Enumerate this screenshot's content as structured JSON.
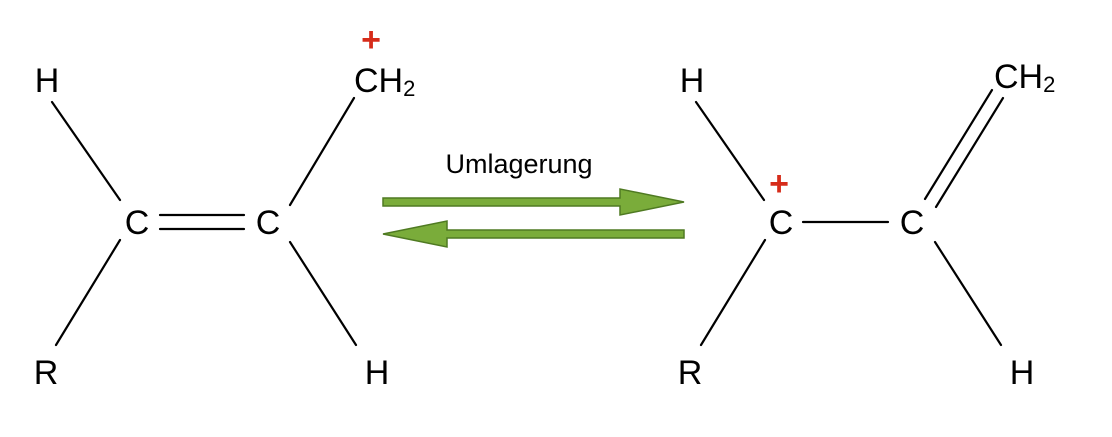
{
  "colors": {
    "charge": "#d62c1a",
    "arrow_fill": "#7aac3a",
    "arrow_stroke": "#4f7a22",
    "bond": "#000000"
  },
  "left": {
    "h_top": "H",
    "c1": "C",
    "c2": "C",
    "ch": "CH",
    "ch_sub": "2",
    "charge": "+",
    "r": "R",
    "h_bottom": "H"
  },
  "equilibrium": {
    "label": "Umlagerung"
  },
  "right": {
    "h_top": "H",
    "c1": "C",
    "c1_charge": "+",
    "c2": "C",
    "ch": "CH",
    "ch_sub": "2",
    "r": "R",
    "h_bottom": "H"
  }
}
